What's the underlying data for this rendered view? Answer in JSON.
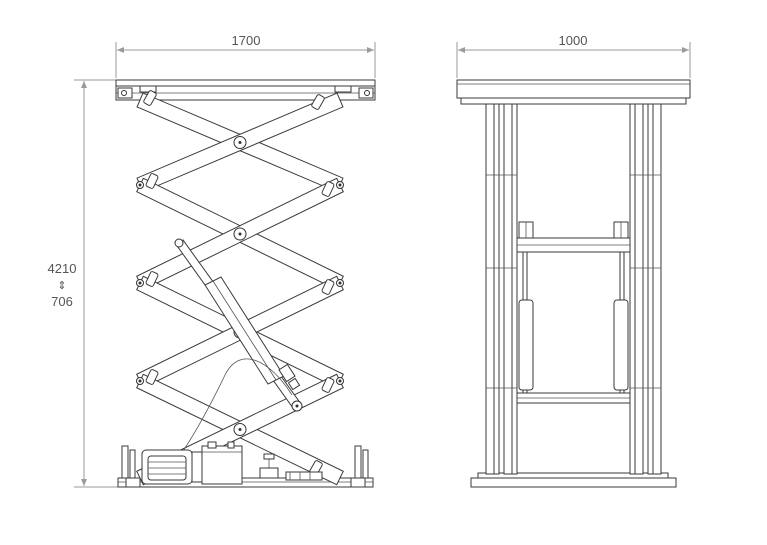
{
  "dimensions": {
    "side_width": "1700",
    "front_width": "1000",
    "height_max": "4210",
    "height_symbol": "⇕",
    "height_min": "706"
  },
  "colors": {
    "line": "#3a3a3a",
    "dimension_line": "#9a9a9a",
    "text": "#555555",
    "background": "#ffffff"
  }
}
